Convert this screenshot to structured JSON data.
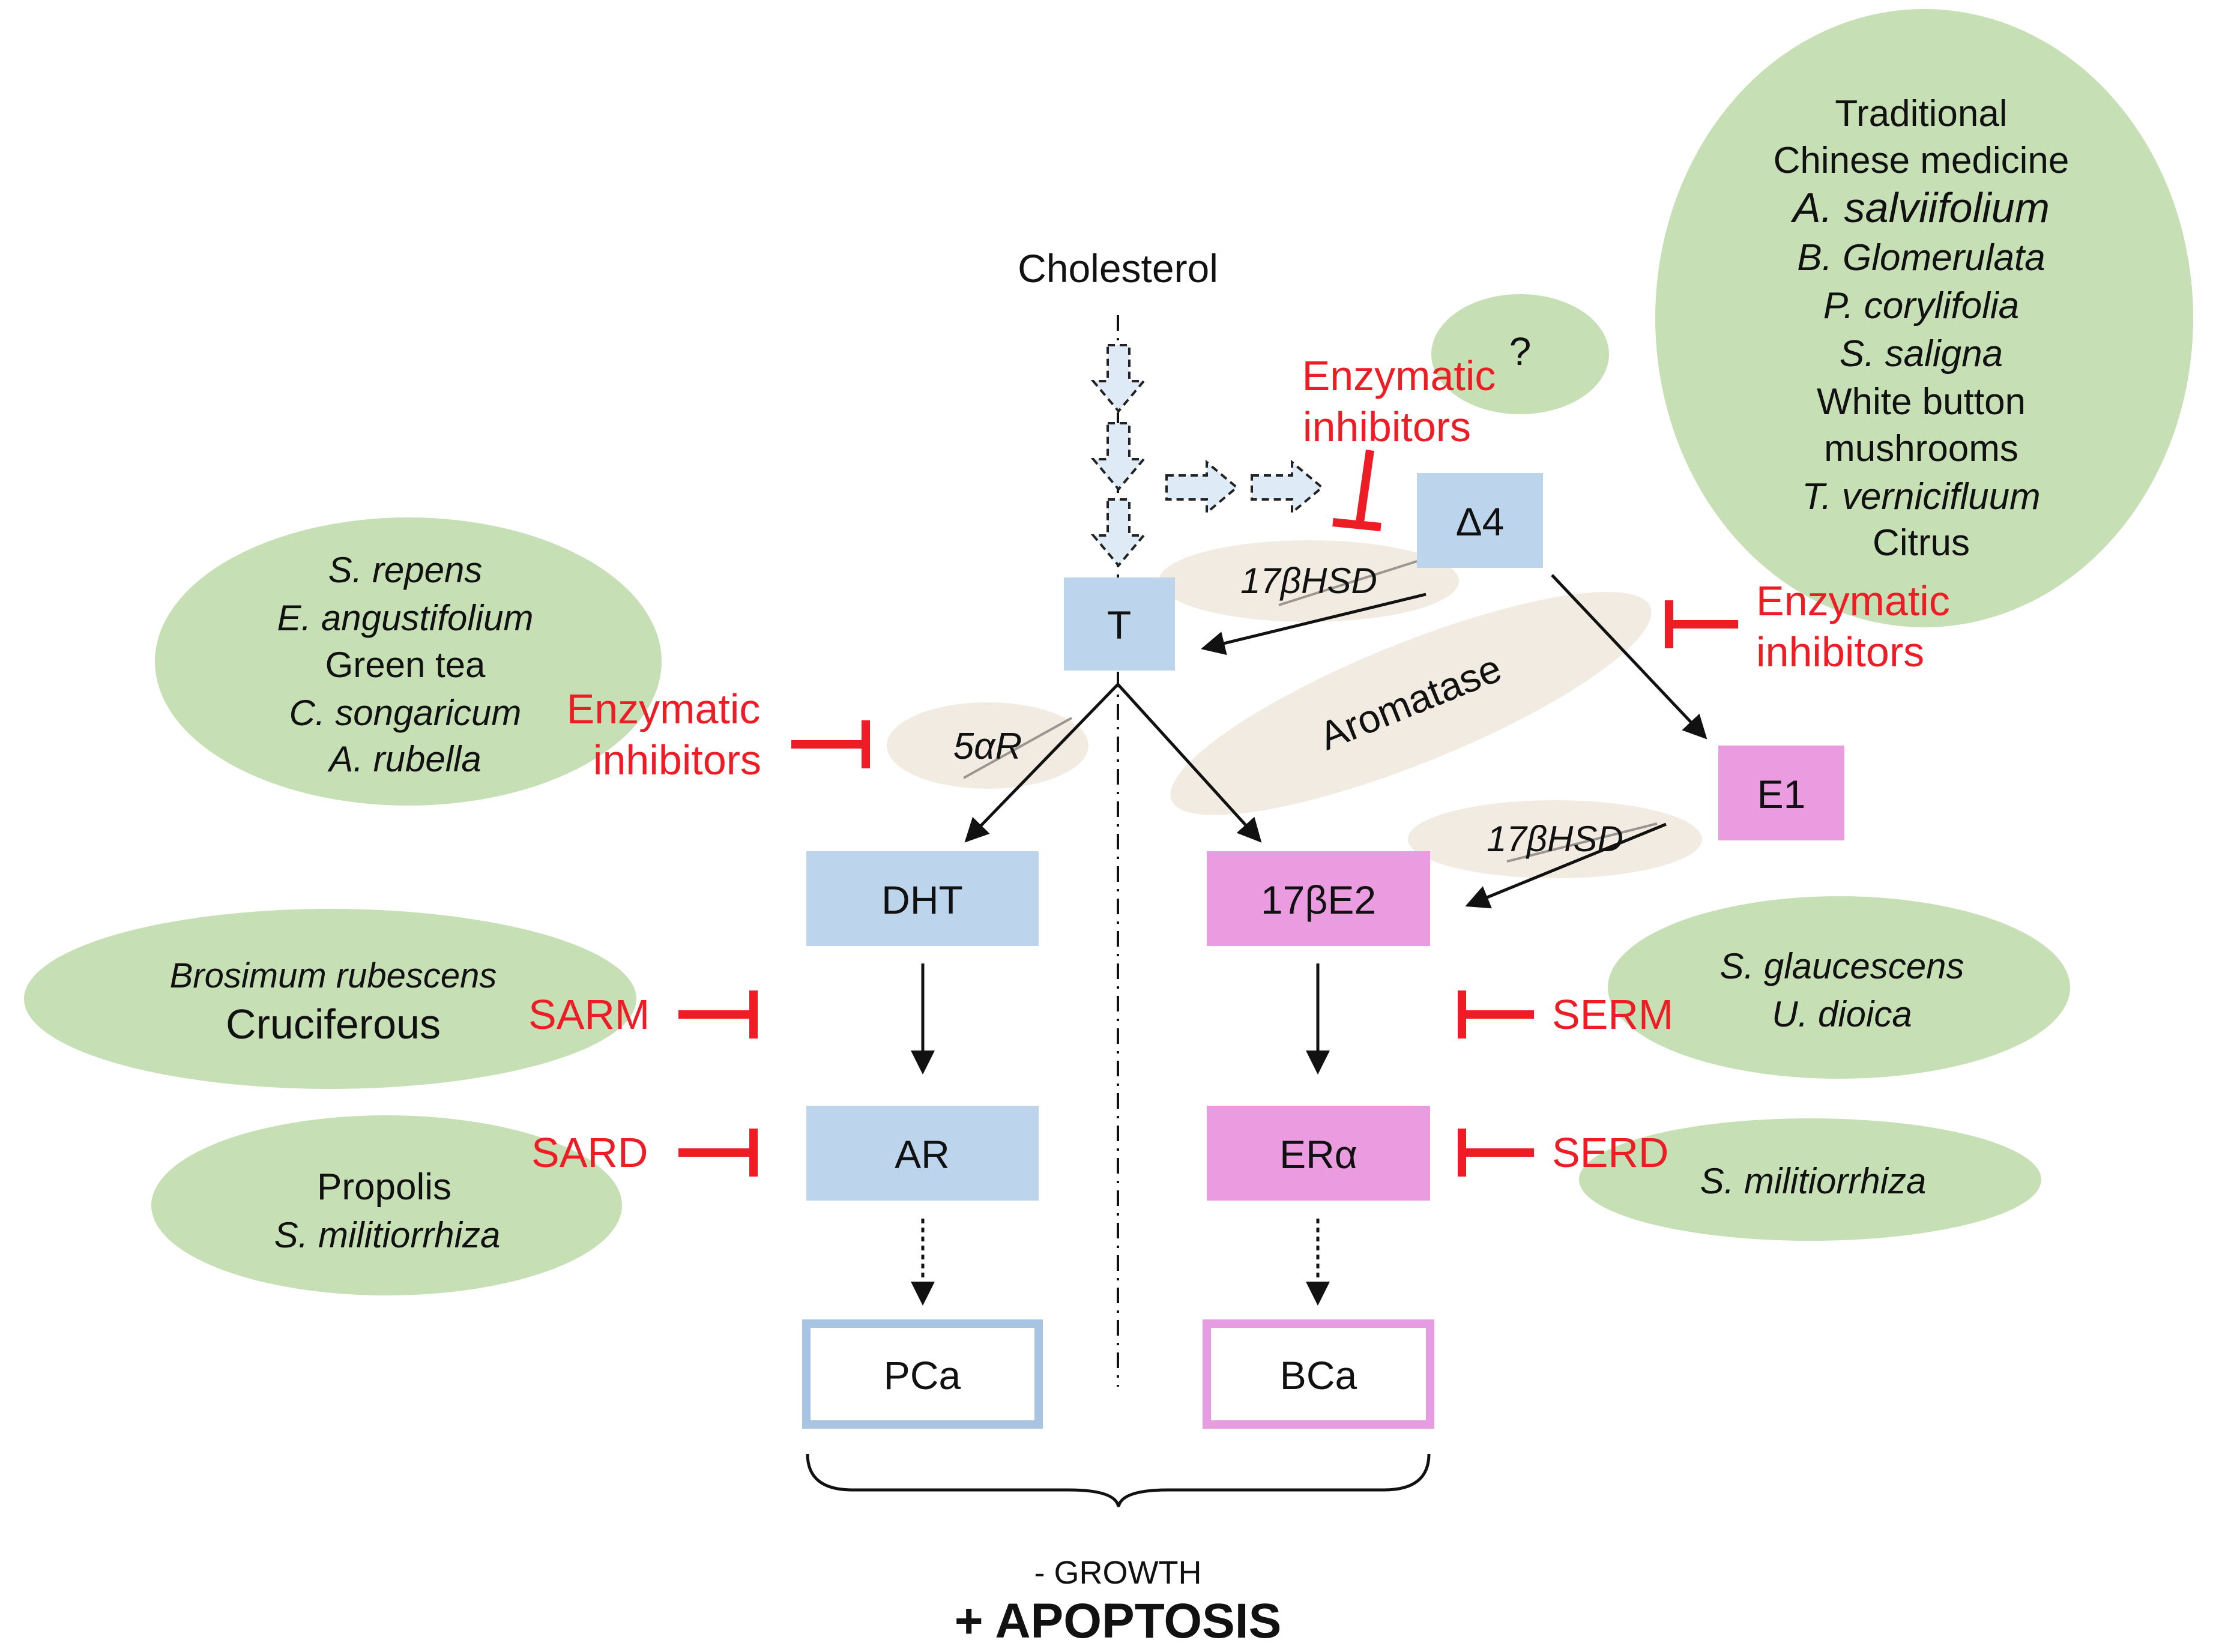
{
  "source": "Cholesterol",
  "unknown_mark": "?",
  "enzymes": {
    "hsd_upper": "17βHSD",
    "hsd_lower": "17βHSD",
    "aromatase": "Aromatase",
    "reductase": "5αR"
  },
  "nodes": {
    "t": "T",
    "delta4": "Δ4",
    "e1": "E1",
    "dht": "DHT",
    "e2": "17βE2",
    "ar": "AR",
    "era": "ERα",
    "pca": "PCa",
    "bca": "BCa"
  },
  "inhibitors": {
    "top_line1": "Enzymatic",
    "top_line2": "inhibitors",
    "right_line1": "Enzymatic",
    "right_line2": "inhibitors",
    "left_line1": "Enzymatic",
    "left_line2": "inhibitors",
    "sarm": "SARM",
    "sard": "SARD",
    "serm": "SERM",
    "serd": "SERD"
  },
  "agents": {
    "tcm": [
      "Traditional",
      "Chinese medicine",
      "A. salviifolium",
      "B. Glomerulata",
      "P. corylifolia",
      "S. saligna",
      "White button",
      "mushrooms",
      "T. vernicifluum",
      "Citrus"
    ],
    "reductase_group": [
      "S. repens",
      "E. angustifolium",
      "Green tea",
      "C. songaricum",
      "A. rubella"
    ],
    "sarm_group": [
      "Brosimum rubescens",
      "Cruciferous"
    ],
    "sard_group": [
      "Propolis",
      "S. militiorrhiza"
    ],
    "serm_group": [
      "S. glaucescens",
      "U. dioica"
    ],
    "serd_group": [
      "S. militiorrhiza"
    ]
  },
  "outcome": {
    "growth": "- GROWTH",
    "apoptosis": "+ APOPTOSIS"
  },
  "colors": {
    "green": "#c6dfb4",
    "beige": "#f1ebe1",
    "blue": "#bcd5ec",
    "pink": "#eb9ce0",
    "red": "#ee1c24",
    "blue_border": "#a7c4e3",
    "pink_border": "#e59ce0",
    "arrow_fill": "#deeaf6"
  }
}
